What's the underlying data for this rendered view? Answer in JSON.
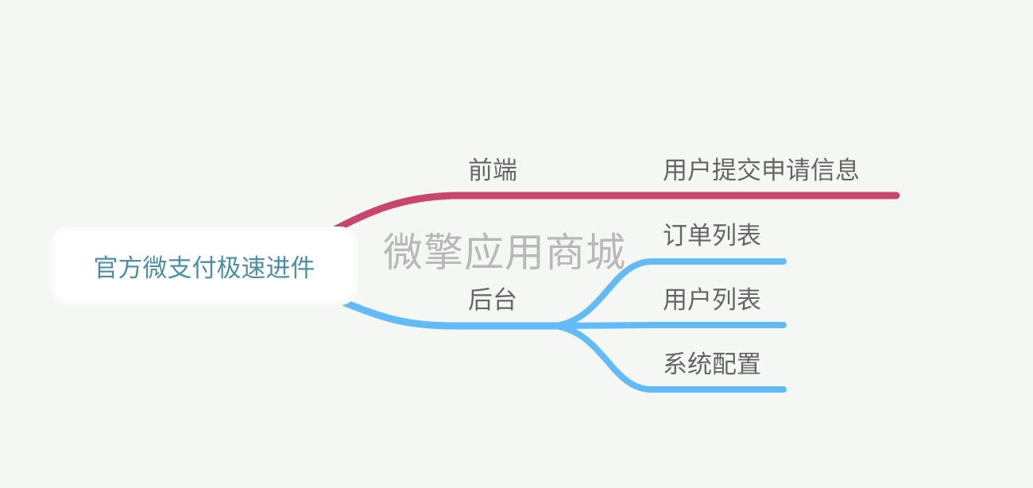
{
  "root": {
    "label": "官方微支付极速进件"
  },
  "watermark": "微擎应用商城",
  "branches": [
    {
      "label": "前端",
      "color": "#c8456c",
      "children": [
        {
          "label": "用户提交申请信息"
        }
      ]
    },
    {
      "label": "后台",
      "color": "#62bbf6",
      "children": [
        {
          "label": "订单列表"
        },
        {
          "label": "用户列表"
        },
        {
          "label": "系统配置"
        }
      ]
    }
  ]
}
